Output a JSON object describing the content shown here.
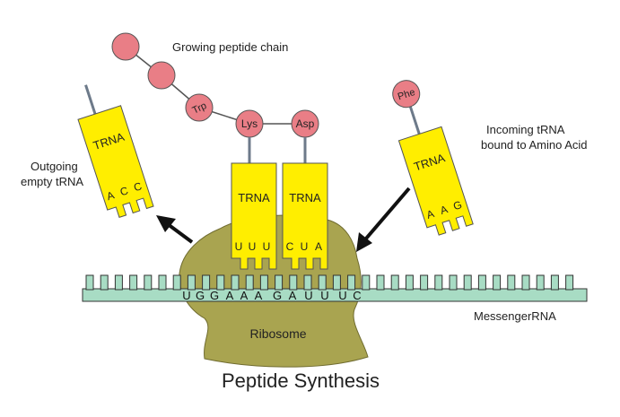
{
  "title": "Peptide Synthesis",
  "labels": {
    "growing_chain": "Growing peptide chain",
    "incoming_line1": "Incoming  tRNA",
    "incoming_line2": "bound to Amino Acid",
    "outgoing_line1": "Outgoing",
    "outgoing_line2": "empty tRNA",
    "ribosome": "Ribosome",
    "mrna": "MessengerRNA"
  },
  "amino_acids": [
    "Trp",
    "Lys",
    "Asp",
    "Phe"
  ],
  "trna": {
    "label": "TRNA",
    "outgoing_anticodon": [
      "A",
      "C",
      "C"
    ],
    "site1_anticodon": [
      "U",
      "U",
      "U"
    ],
    "site2_anticodon": [
      "C",
      "U",
      "A"
    ],
    "incoming_anticodon": [
      "A",
      "A",
      "G"
    ]
  },
  "mrna_codons": [
    "U",
    "G",
    "G",
    "A",
    "A",
    "A",
    "G",
    "A",
    "U",
    "U",
    "U",
    "C"
  ],
  "colors": {
    "trna_fill": "#ffee00",
    "amino_fill": "#e97e86",
    "ribosome_fill": "#a9a450",
    "mrna_fill": "#a8dcc4"
  }
}
